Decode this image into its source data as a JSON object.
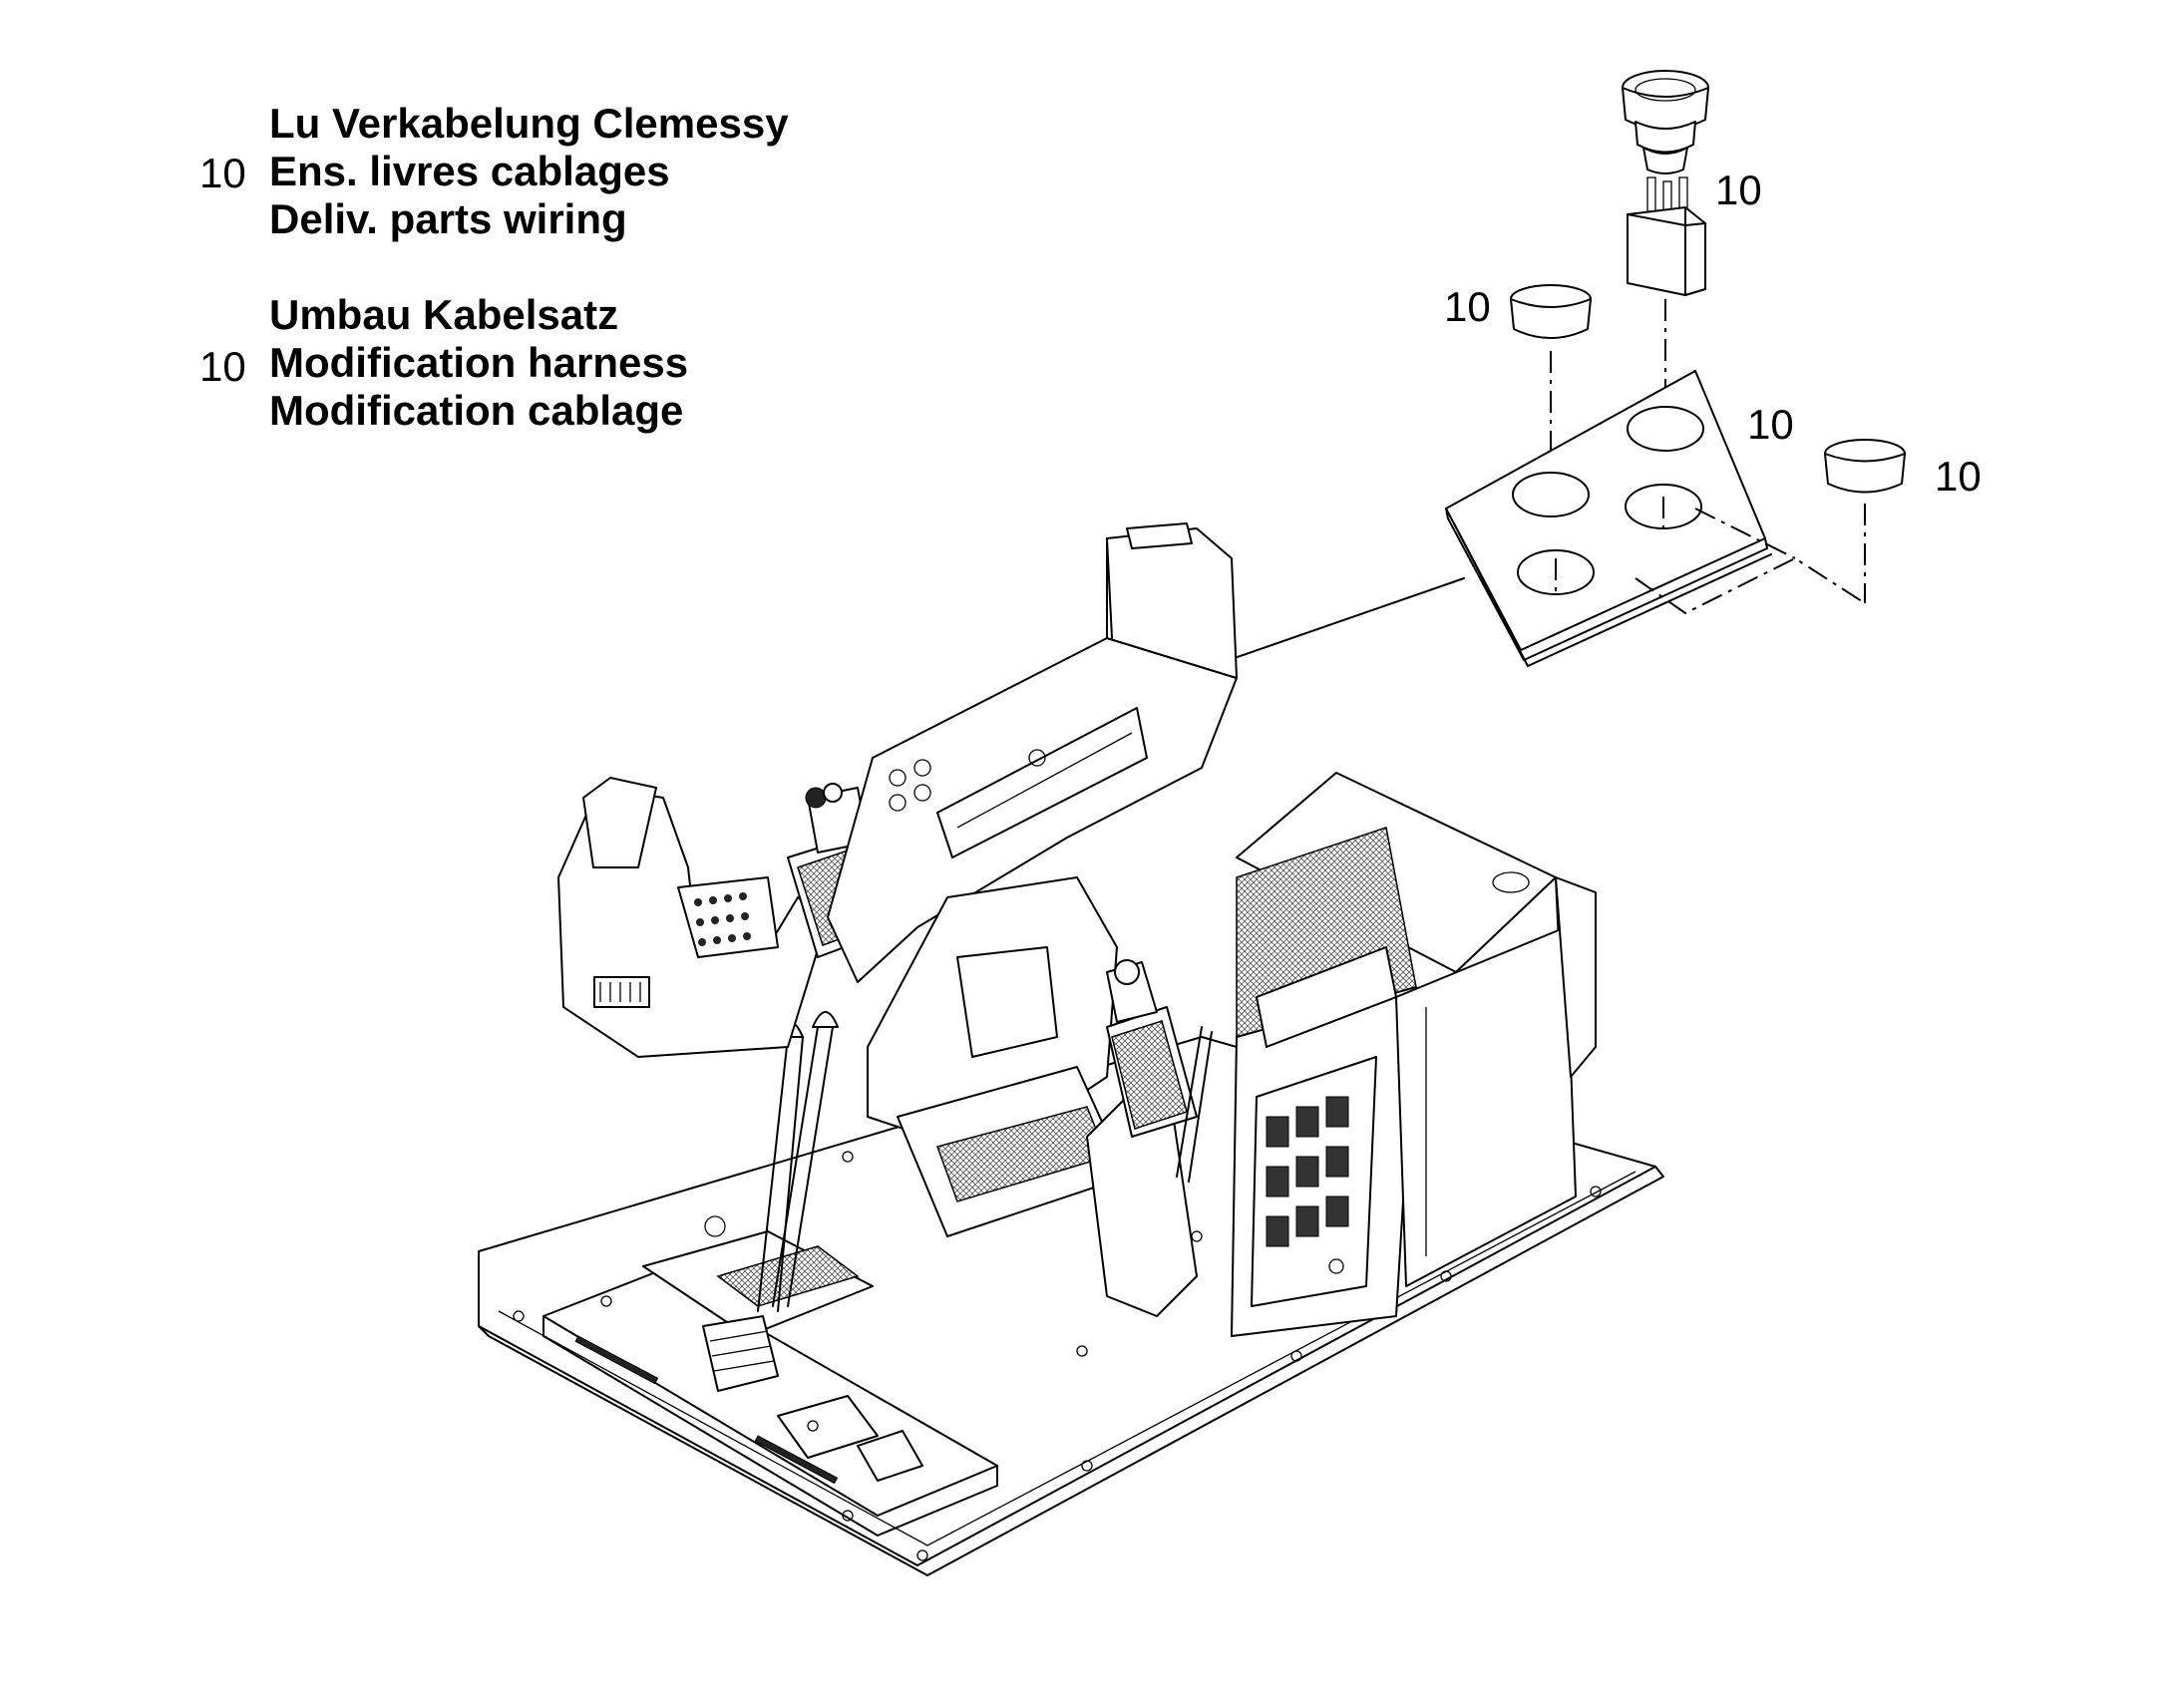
{
  "legend": [
    {
      "number": "10",
      "lines": [
        "Lu Verkabelung Clemessy",
        "Ens. livres cablages",
        "Deliv. parts wiring"
      ]
    },
    {
      "number": "10",
      "lines": [
        "Umbau Kabelsatz",
        "Modification harness",
        "Modification cablage"
      ]
    }
  ],
  "callouts": {
    "button_top": "10",
    "plug_left": "10",
    "panel": "10",
    "plug_right": "10"
  }
}
